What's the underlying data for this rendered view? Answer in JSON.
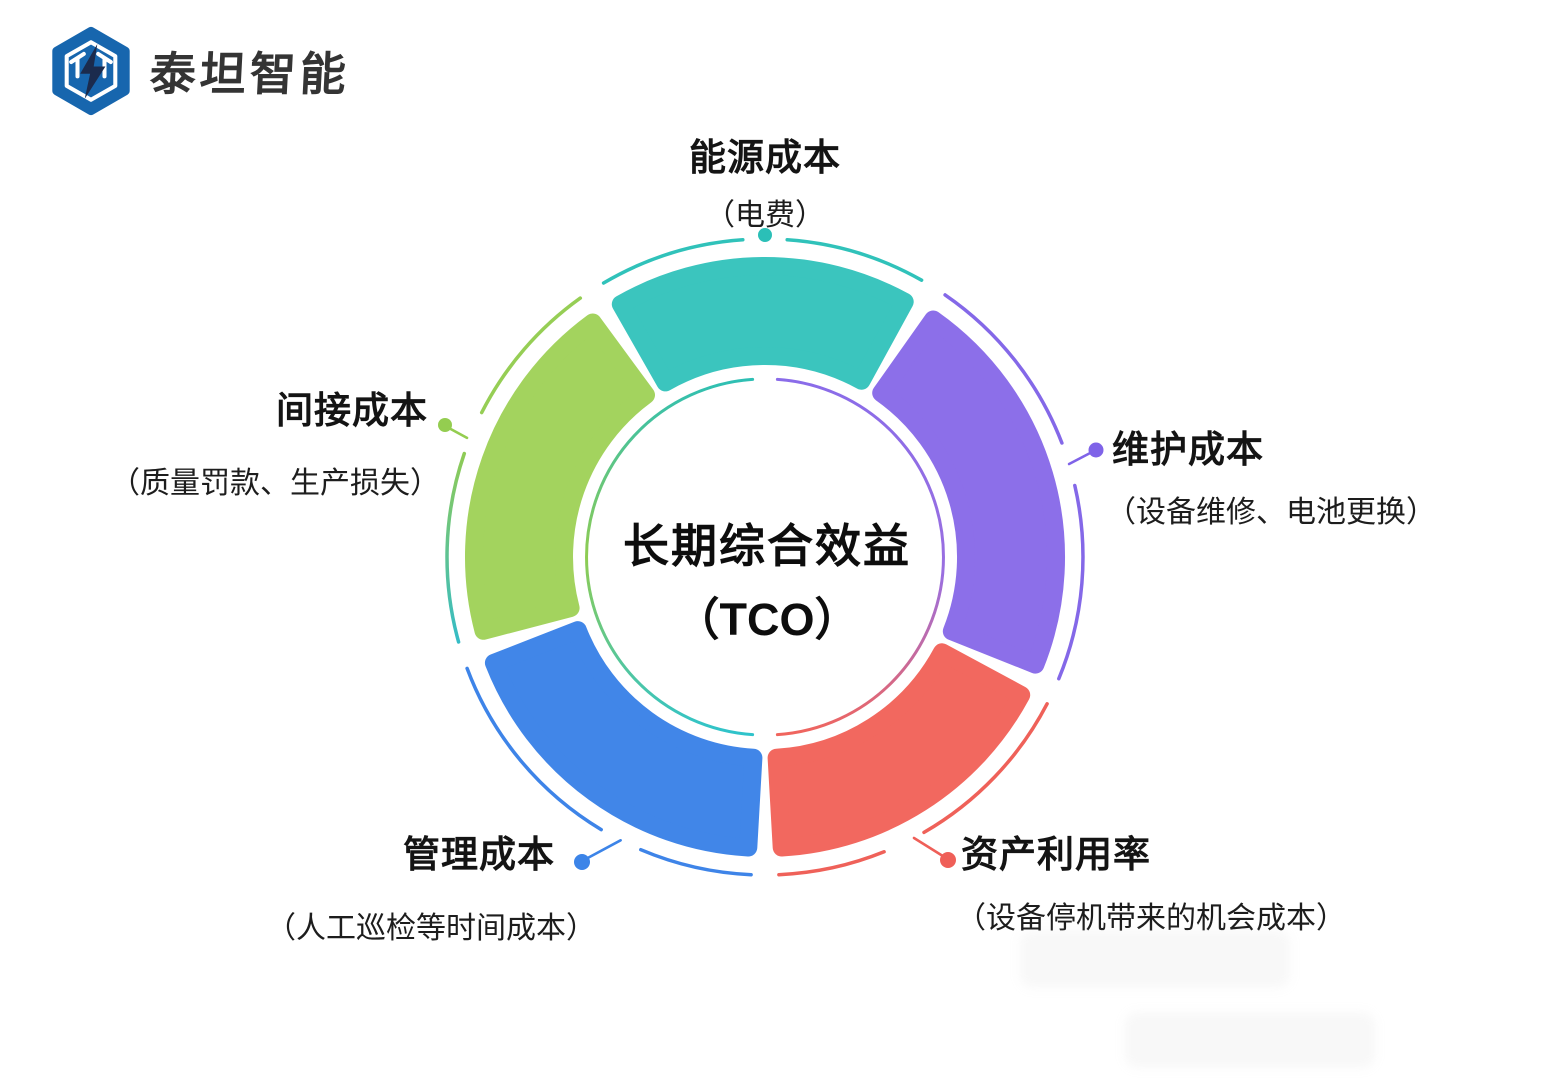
{
  "brand": {
    "name": "泰坦智能",
    "hex_color": "#1766AE",
    "bolt_color": "#1B2B4D"
  },
  "center": {
    "title": "长期综合效益",
    "subtitle": "（TCO）"
  },
  "segments": [
    {
      "key": "energy",
      "label": "能源成本",
      "note": "（电费）",
      "color": "#3BC5BE",
      "ring_color": "#30C2BA",
      "dot_color": "#2BBFB7"
    },
    {
      "key": "maintenance",
      "label": "维护成本",
      "note": "（设备维修、电池更换）",
      "color": "#8C6FE9",
      "ring_color": "#8468E8",
      "dot_color": "#7F63E8"
    },
    {
      "key": "asset-utilization",
      "label": "资产利用率",
      "note": "（设备停机带来的机会成本）",
      "color": "#F2685F",
      "ring_color": "#EF6159",
      "dot_color": "#EF5F58"
    },
    {
      "key": "management",
      "label": "管理成本",
      "note": "（人工巡检等时间成本）",
      "color": "#4186E8",
      "ring_color": "#3E84E8",
      "dot_color": "#3C84E8"
    },
    {
      "key": "indirect",
      "label": "间接成本",
      "note": "（质量罚款、生产损失）",
      "color": "#A3D35E",
      "ring_color": "#96CE55",
      "dot_color": "#94CD50"
    }
  ],
  "palette": {
    "inner_ring_left": [
      "#2EBFB4",
      "#8FCC52",
      "#2FC3CB"
    ],
    "inner_ring_right": [
      "#8A6CE9",
      "#9A6FE0",
      "#F0655D"
    ],
    "ring_green_teal": [
      "#8FCB55",
      "#35BCC6"
    ]
  }
}
